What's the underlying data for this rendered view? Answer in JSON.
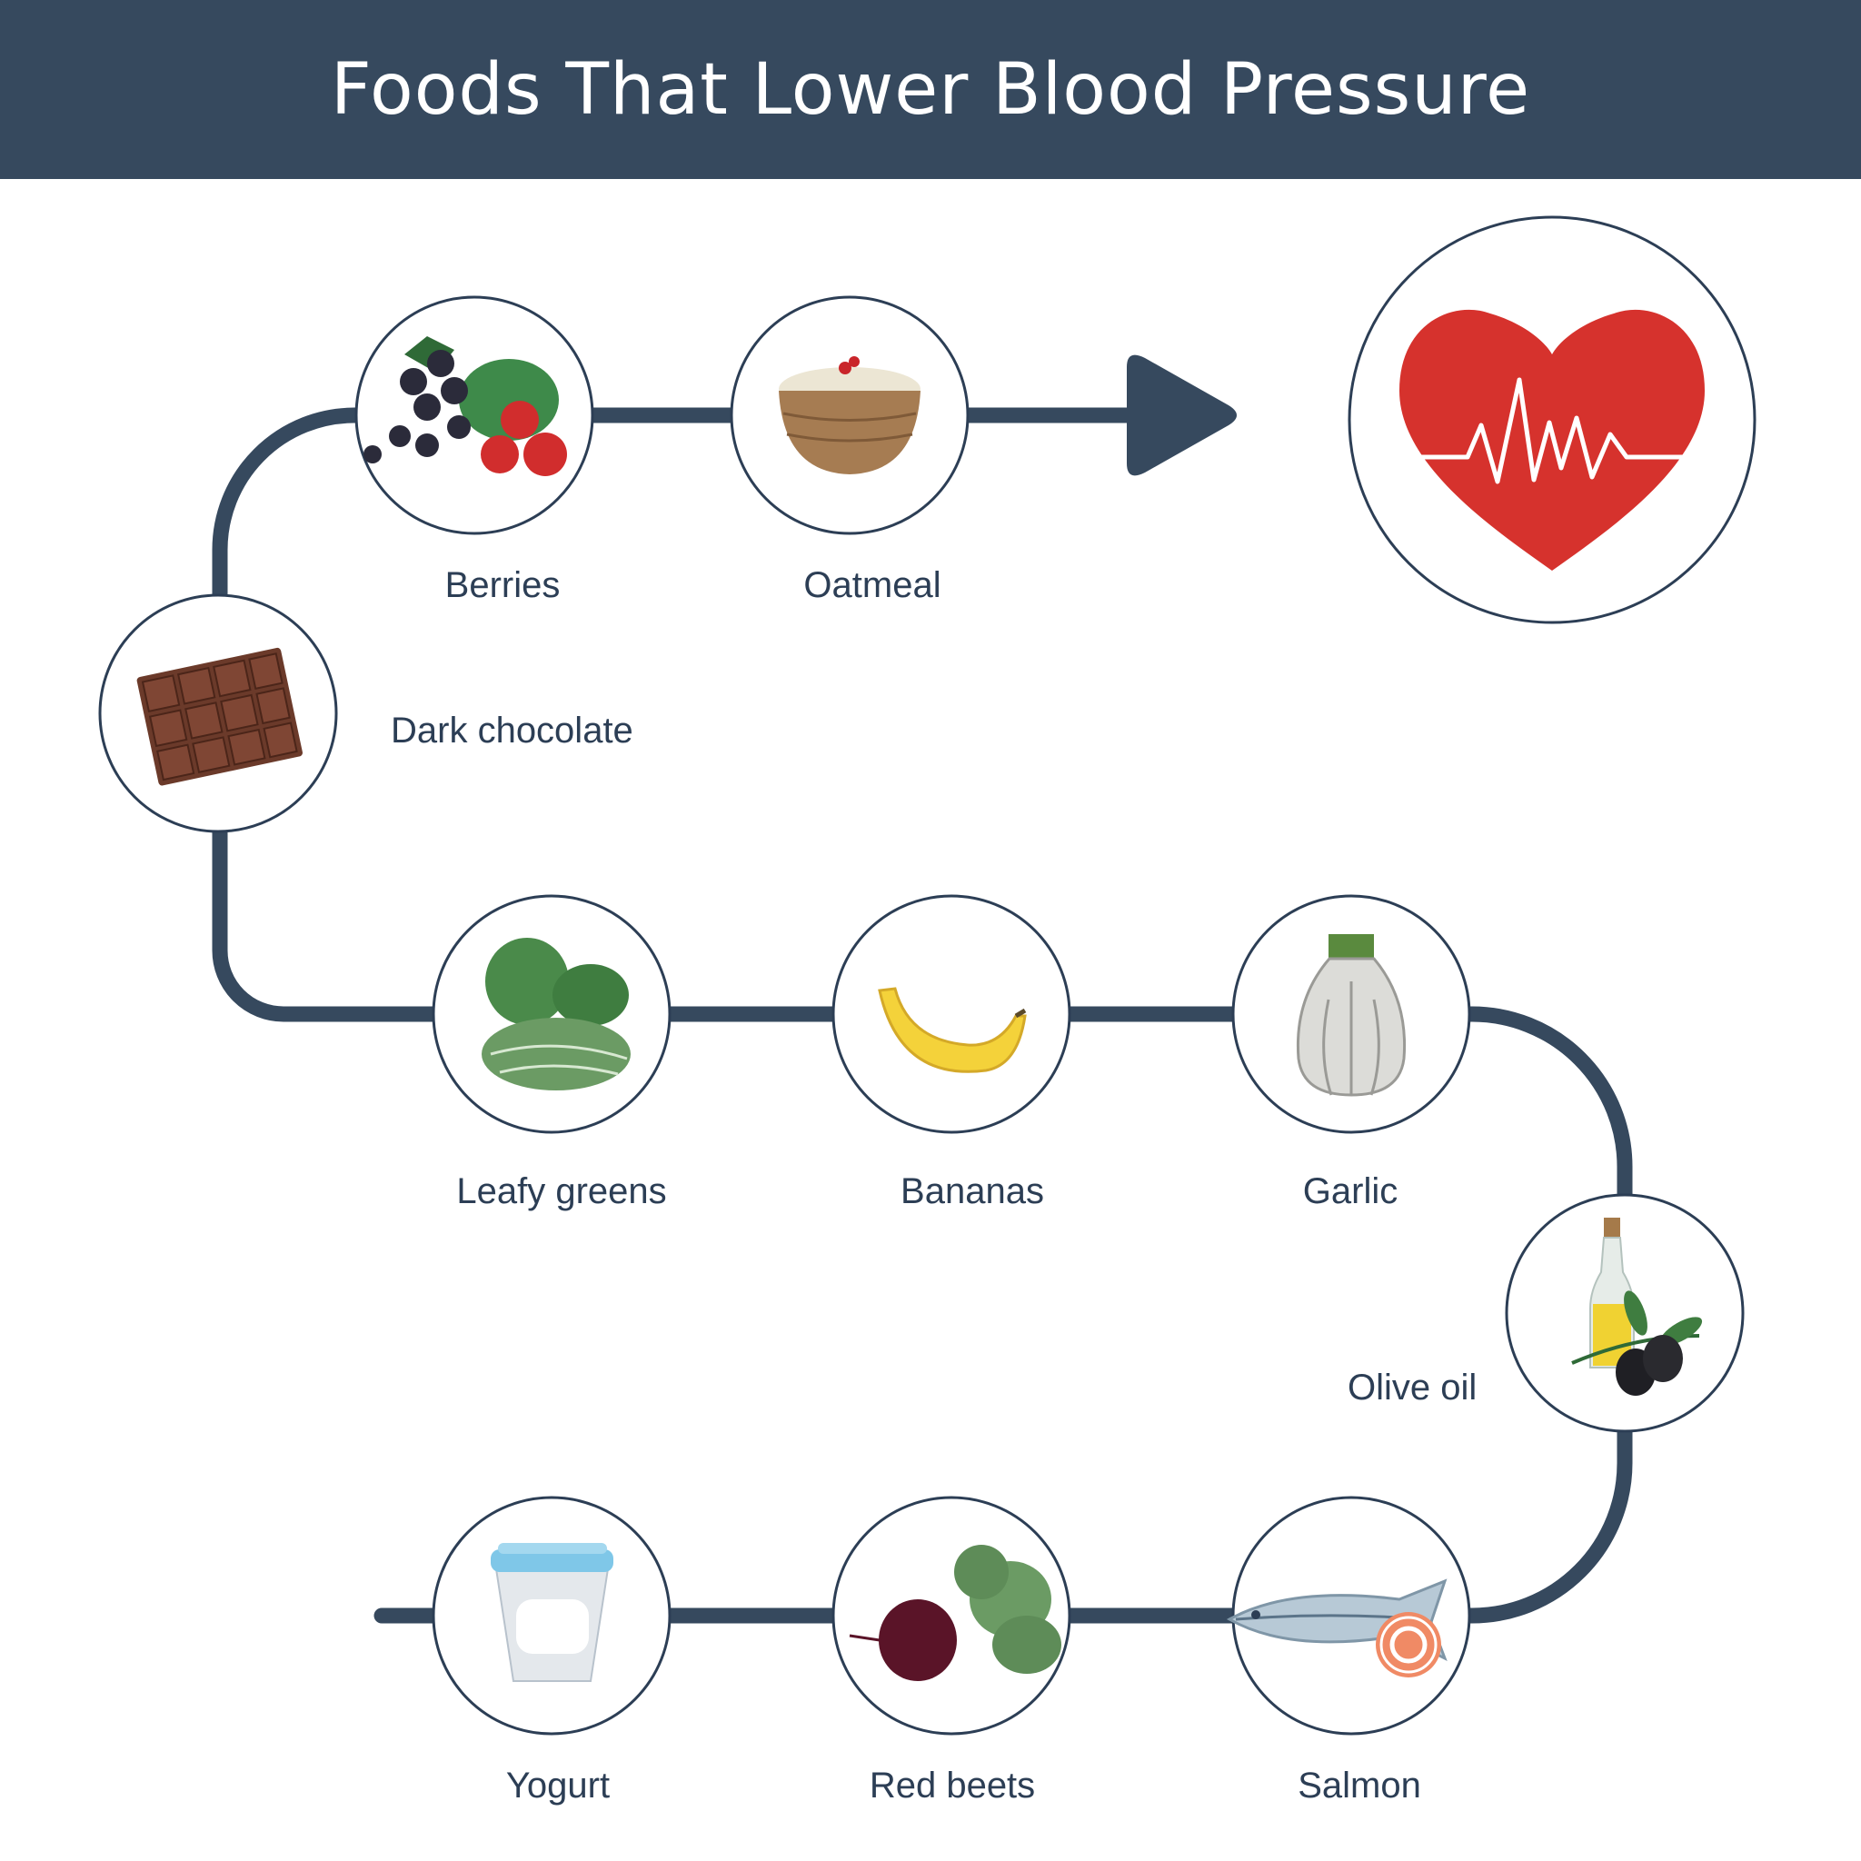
{
  "title": "Foods That Lower Blood Pressure",
  "colors": {
    "header": "#36495e",
    "path": "#36495e",
    "heart": "#d6322d",
    "label": "#2c3e55"
  },
  "foods": [
    {
      "label": "Berries",
      "icon": "berries-icon"
    },
    {
      "label": "Oatmeal",
      "icon": "oatmeal-icon"
    },
    {
      "label": "Dark chocolate",
      "icon": "chocolate-bar-icon"
    },
    {
      "label": "Leafy greens",
      "icon": "leafy-greens-icon"
    },
    {
      "label": "Bananas",
      "icon": "banana-icon"
    },
    {
      "label": "Garlic",
      "icon": "garlic-icon"
    },
    {
      "label": "Olive oil",
      "icon": "olive-oil-icon"
    },
    {
      "label": "Salmon",
      "icon": "salmon-icon"
    },
    {
      "label": "Red beets",
      "icon": "beet-icon"
    },
    {
      "label": "Yogurt",
      "icon": "yogurt-icon"
    }
  ],
  "goal": {
    "icon": "heart-pulse-icon"
  },
  "arrow": {
    "icon": "arrow-right-icon"
  }
}
